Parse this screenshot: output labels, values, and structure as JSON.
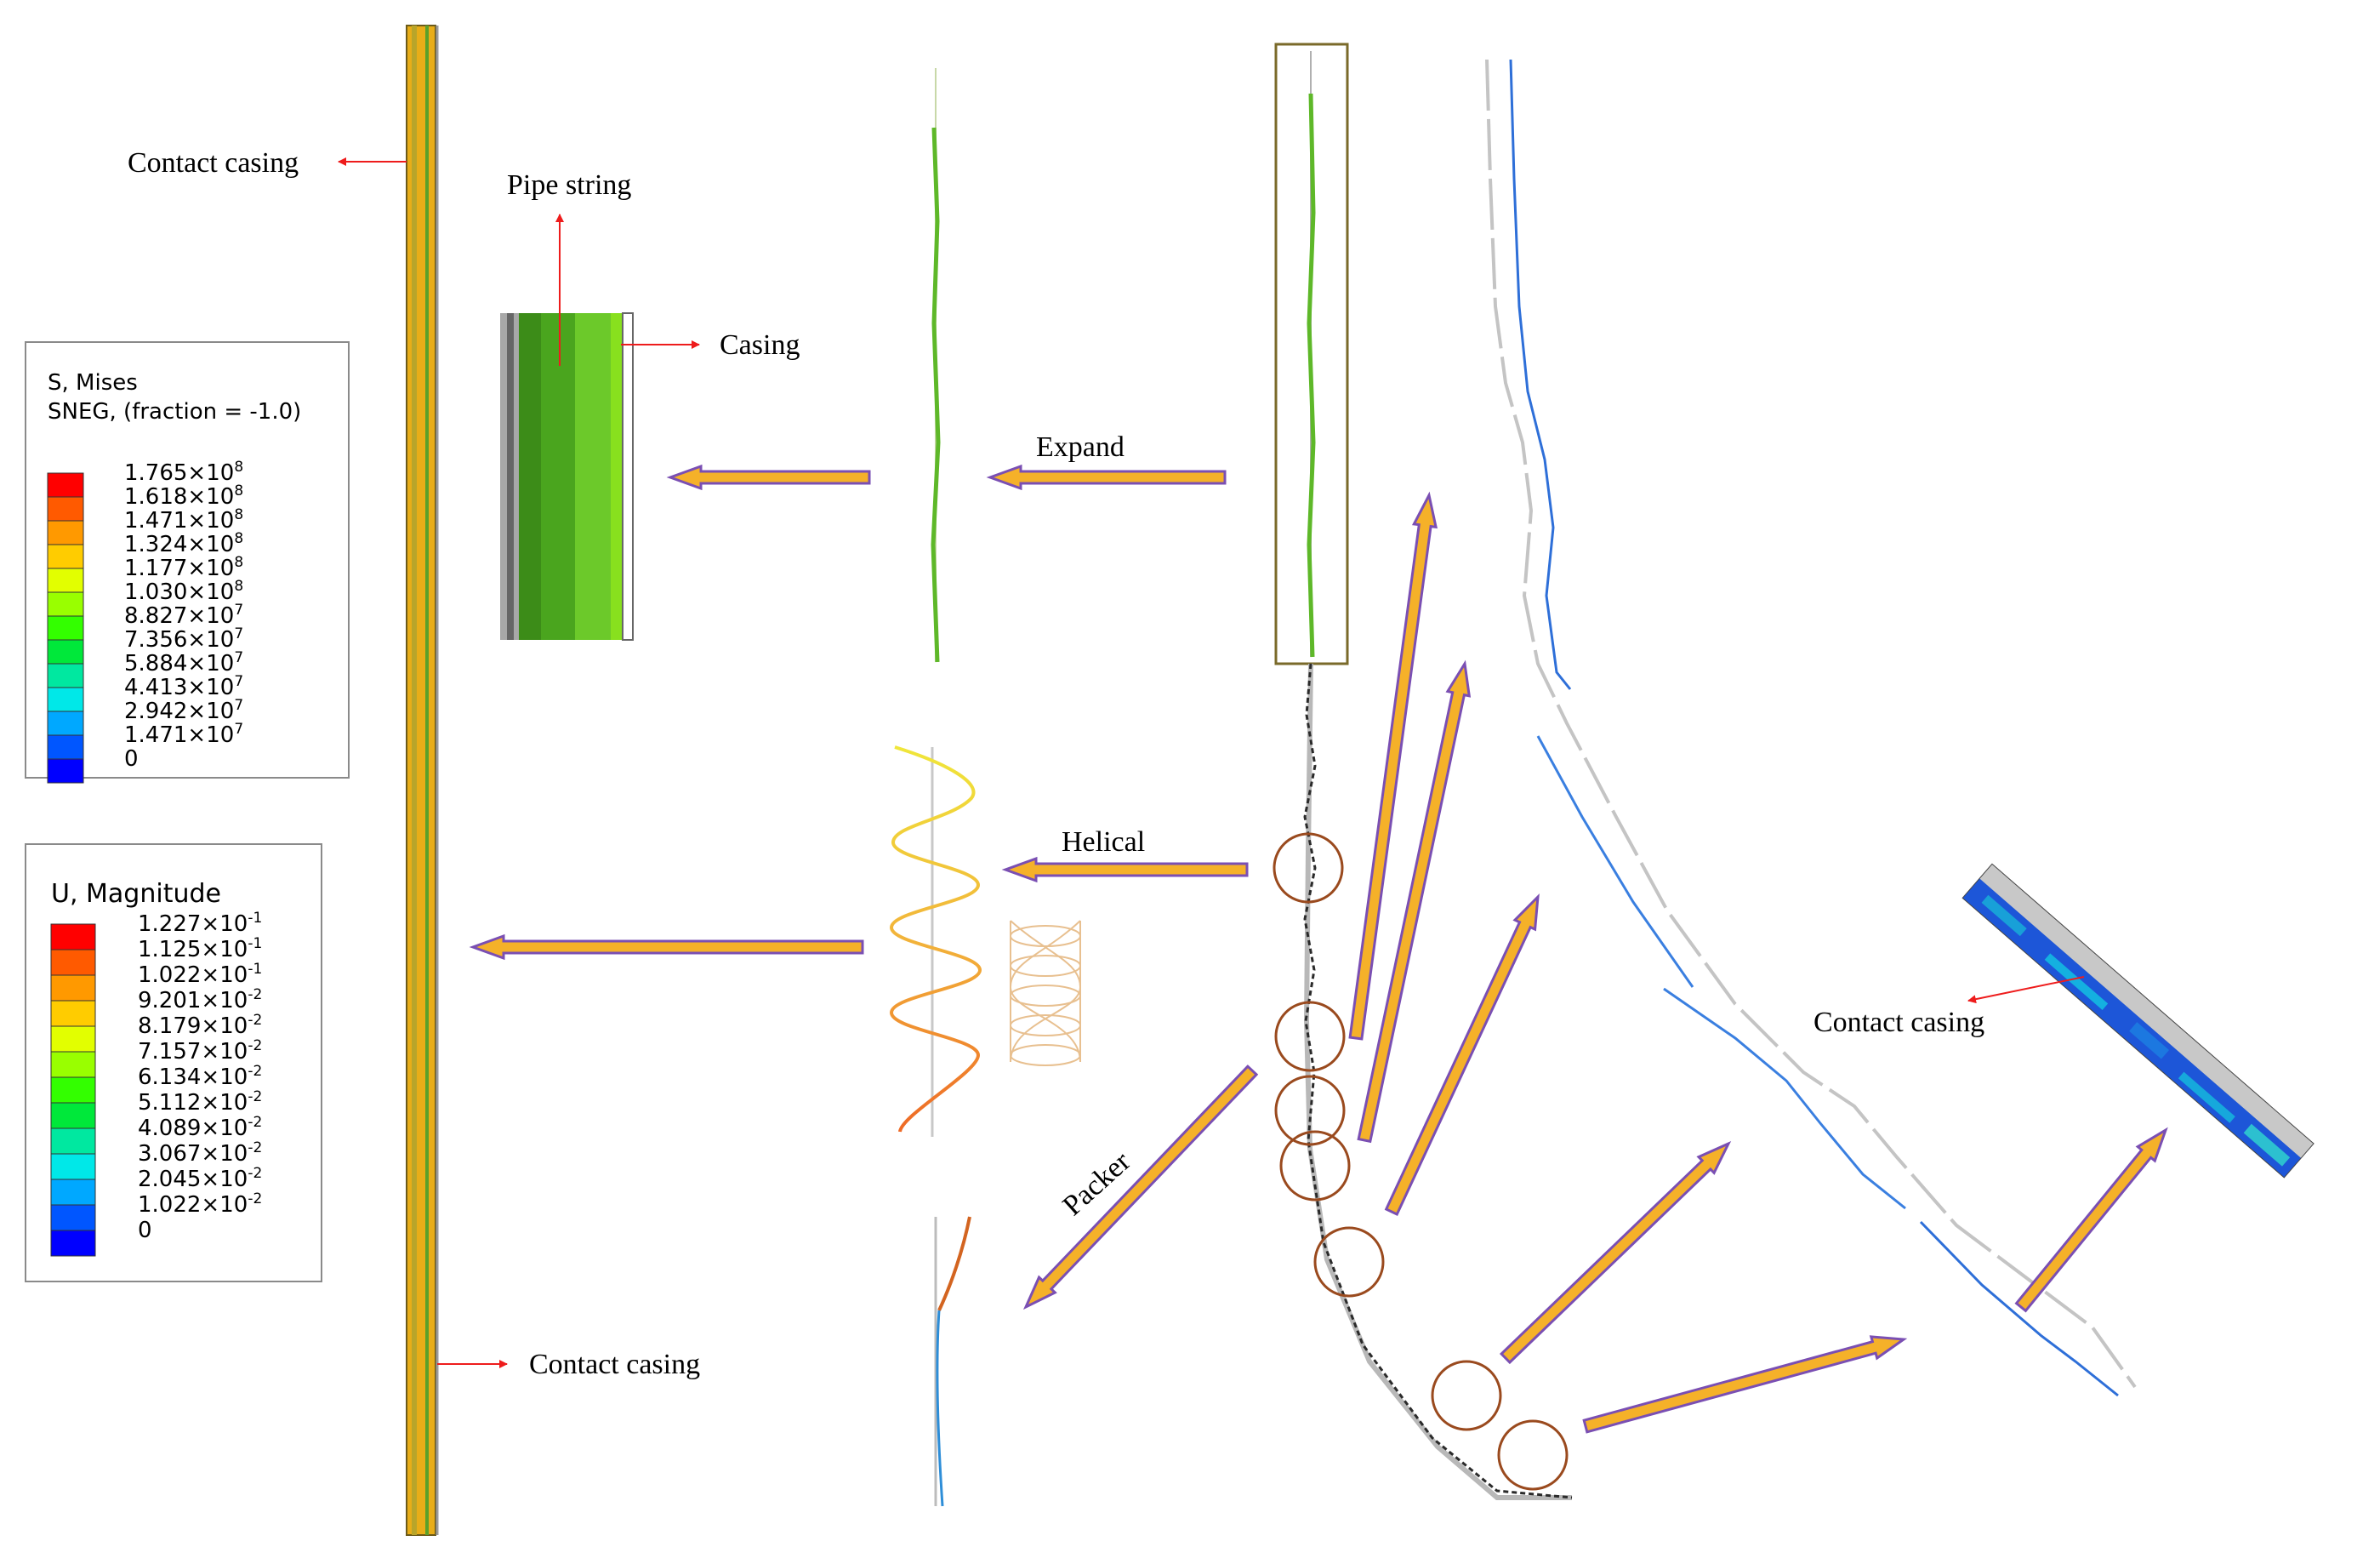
{
  "labels": {
    "contact_casing_top": "Contact casing",
    "pipe_string": "Pipe string",
    "casing": "Casing",
    "expand": "Expand",
    "helical": "Helical",
    "packer": "Packer",
    "contact_casing_right": "Contact casing",
    "contact_casing_bottom": "Contact casing"
  },
  "legend_stress": {
    "title_line1": "S, Mises",
    "title_line2": "SNEG, (fraction = -1.0)",
    "entries": [
      {
        "mantissa": "1.765",
        "exp": "8",
        "color": "#ff0000"
      },
      {
        "mantissa": "1.618",
        "exp": "8",
        "color": "#ff5a00"
      },
      {
        "mantissa": "1.471",
        "exp": "8",
        "color": "#ff9900"
      },
      {
        "mantissa": "1.324",
        "exp": "8",
        "color": "#ffcc00"
      },
      {
        "mantissa": "1.177",
        "exp": "8",
        "color": "#e2ff00"
      },
      {
        "mantissa": "1.030",
        "exp": "8",
        "color": "#99ff00"
      },
      {
        "mantissa": "8.827",
        "exp": "7",
        "color": "#33ff00"
      },
      {
        "mantissa": "7.356",
        "exp": "7",
        "color": "#00e83a"
      },
      {
        "mantissa": "5.884",
        "exp": "7",
        "color": "#00e8a0"
      },
      {
        "mantissa": "4.413",
        "exp": "7",
        "color": "#00e8e8"
      },
      {
        "mantissa": "2.942",
        "exp": "7",
        "color": "#00a8ff"
      },
      {
        "mantissa": "1.471",
        "exp": "7",
        "color": "#0056ff"
      },
      {
        "mantissa": "0",
        "exp": "",
        "color": "#0000ff"
      }
    ]
  },
  "legend_disp": {
    "title": "U, Magnitude",
    "entries": [
      {
        "mantissa": "1.227",
        "exp": "-1",
        "color": "#ff0000"
      },
      {
        "mantissa": "1.125",
        "exp": "-1",
        "color": "#ff5a00"
      },
      {
        "mantissa": "1.022",
        "exp": "-1",
        "color": "#ff9900"
      },
      {
        "mantissa": "9.201",
        "exp": "-2",
        "color": "#ffcc00"
      },
      {
        "mantissa": "8.179",
        "exp": "-2",
        "color": "#e2ff00"
      },
      {
        "mantissa": "7.157",
        "exp": "-2",
        "color": "#99ff00"
      },
      {
        "mantissa": "6.134",
        "exp": "-2",
        "color": "#33ff00"
      },
      {
        "mantissa": "5.112",
        "exp": "-2",
        "color": "#00e83a"
      },
      {
        "mantissa": "4.089",
        "exp": "-2",
        "color": "#00e8a0"
      },
      {
        "mantissa": "3.067",
        "exp": "-2",
        "color": "#00e8e8"
      },
      {
        "mantissa": "2.045",
        "exp": "-2",
        "color": "#00a8ff"
      },
      {
        "mantissa": "1.022",
        "exp": "-2",
        "color": "#0056ff"
      },
      {
        "mantissa": "0",
        "exp": "",
        "color": "#0000ff"
      }
    ]
  },
  "colors": {
    "arrow_fill": "#f5b129",
    "arrow_stroke": "#7a4fb3",
    "red_arrow": "#ee1c1c",
    "circle": "#9a4a1e",
    "casing_yellow": "#e8ad18",
    "green_pipe": "#5eb829",
    "blue_pipe": "#2e6fd8"
  }
}
